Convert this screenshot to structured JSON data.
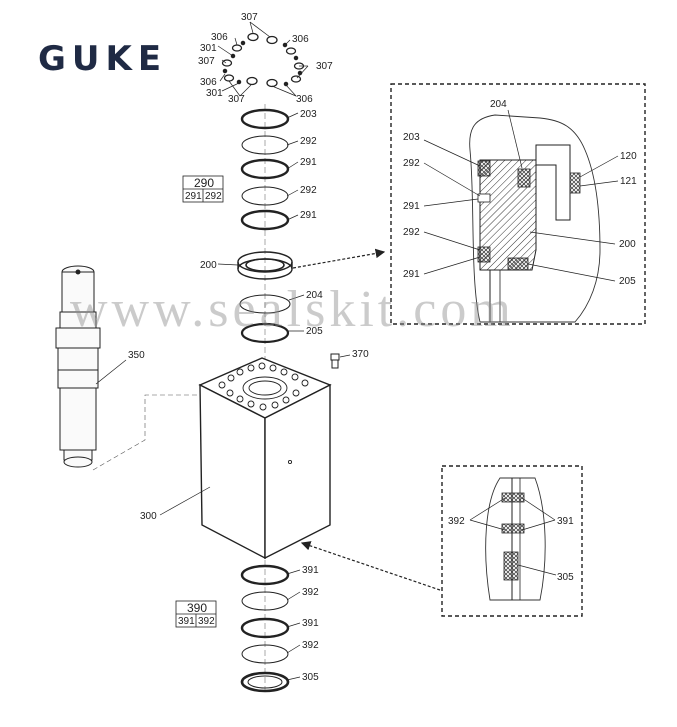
{
  "brand": {
    "logo_text": "GUKE"
  },
  "watermark": "www.sealskit.com",
  "callouts": {
    "c307a": "307",
    "c306a": "306",
    "c301a": "301",
    "c307b": "307",
    "c307c": "307",
    "c306b": "306",
    "c301b": "301",
    "c307d": "307",
    "c306c": "306",
    "c203": "203",
    "c292a": "292",
    "c291a": "291",
    "c292b": "292",
    "c291b": "291",
    "c200": "200",
    "c204": "204",
    "c205": "205",
    "c350": "350",
    "c370": "370",
    "c300": "300",
    "c391a": "391",
    "c392a": "392",
    "c391b": "391",
    "c392b": "392",
    "c305": "305"
  },
  "kits": {
    "upper": {
      "number": "290",
      "parts": [
        "291",
        "292"
      ]
    },
    "lower": {
      "number": "390",
      "parts": [
        "391",
        "392"
      ]
    }
  },
  "detail_upper": {
    "labels": {
      "d204": "204",
      "d203": "203",
      "d292a": "292",
      "d291a": "291",
      "d292b": "292",
      "d291b": "291",
      "d120": "120",
      "d121": "121",
      "d200": "200",
      "d205": "205"
    }
  },
  "detail_lower": {
    "labels": {
      "d392": "392",
      "d391": "391",
      "d305": "305"
    }
  },
  "colors": {
    "line": "#222222",
    "brand": "#1f2a44",
    "watermark": "#8c8c8c"
  }
}
